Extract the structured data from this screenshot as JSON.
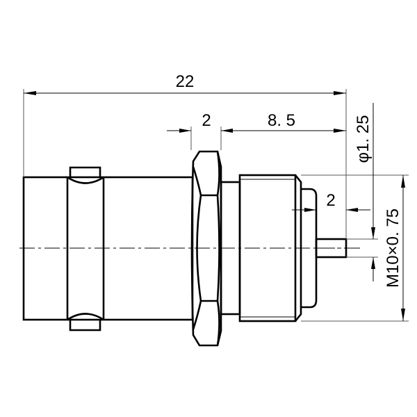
{
  "drawing": {
    "title": "BNC bulkhead receptacle connector — side view",
    "units": "mm",
    "colors": {
      "line": "#000000",
      "background": "#ffffff",
      "extension": "#555555"
    }
  },
  "dimensions": {
    "overall_length": {
      "label": "22",
      "value": 22
    },
    "nut_width": {
      "label": "2",
      "value": 2
    },
    "thread_to_end": {
      "label": "8. 5",
      "value": 8.5
    },
    "pin_diameter": {
      "label": "φ1. 25",
      "value": 1.25
    },
    "pin_length": {
      "label": "2",
      "value": 2
    },
    "thread_spec": {
      "label": "M10×0. 75",
      "value": "M10x0.75"
    }
  },
  "parts": [
    {
      "name": "coupling-body"
    },
    {
      "name": "bayonet-ring"
    },
    {
      "name": "hex-nut"
    },
    {
      "name": "threaded-shank"
    },
    {
      "name": "insulator"
    },
    {
      "name": "contact-pin"
    }
  ]
}
